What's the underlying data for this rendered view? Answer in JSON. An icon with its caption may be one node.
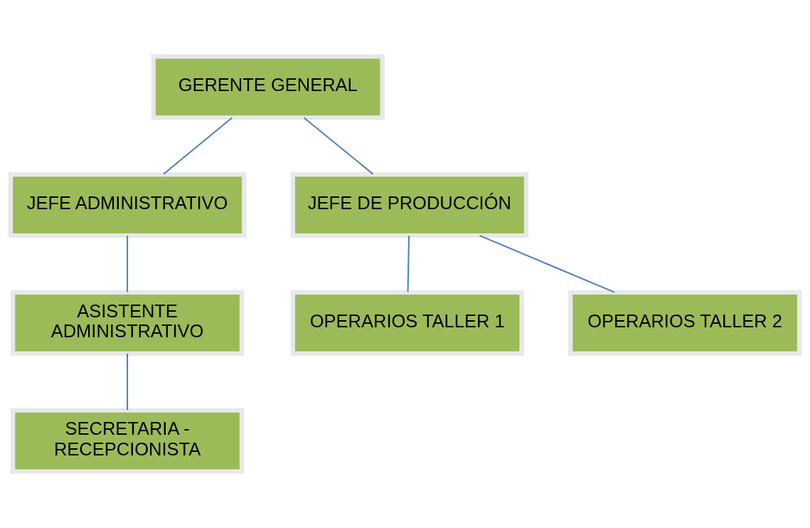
{
  "diagram": {
    "nodes": [
      {
        "text": [
          "GERENTE GENERAL"
        ]
      },
      {
        "text": [
          "JEFE ADMINISTRATIVO"
        ]
      },
      {
        "text": [
          "JEFE DE PRODUCCIÓN"
        ]
      },
      {
        "text": [
          "ASISTENTE ADMINISTRATIVO"
        ]
      },
      {
        "text": [
          "OPERARIOS TALLER 1"
        ]
      },
      {
        "text": [
          "OPERARIOS TALLER 2"
        ]
      },
      {
        "text": [
          "SECRETARIA - RECEPCIONISTA"
        ]
      }
    ],
    "edges": [
      {
        "from": 0,
        "to": 1,
        "arrow": "none"
      },
      {
        "from": 0,
        "to": 2,
        "arrow": "none"
      },
      {
        "from": 1,
        "to": 3,
        "arrow": "none"
      },
      {
        "from": 2,
        "to": 4,
        "arrow": "none"
      },
      {
        "from": 2,
        "to": 5,
        "arrow": "none"
      },
      {
        "from": 3,
        "to": 6,
        "arrow": "none"
      }
    ]
  }
}
